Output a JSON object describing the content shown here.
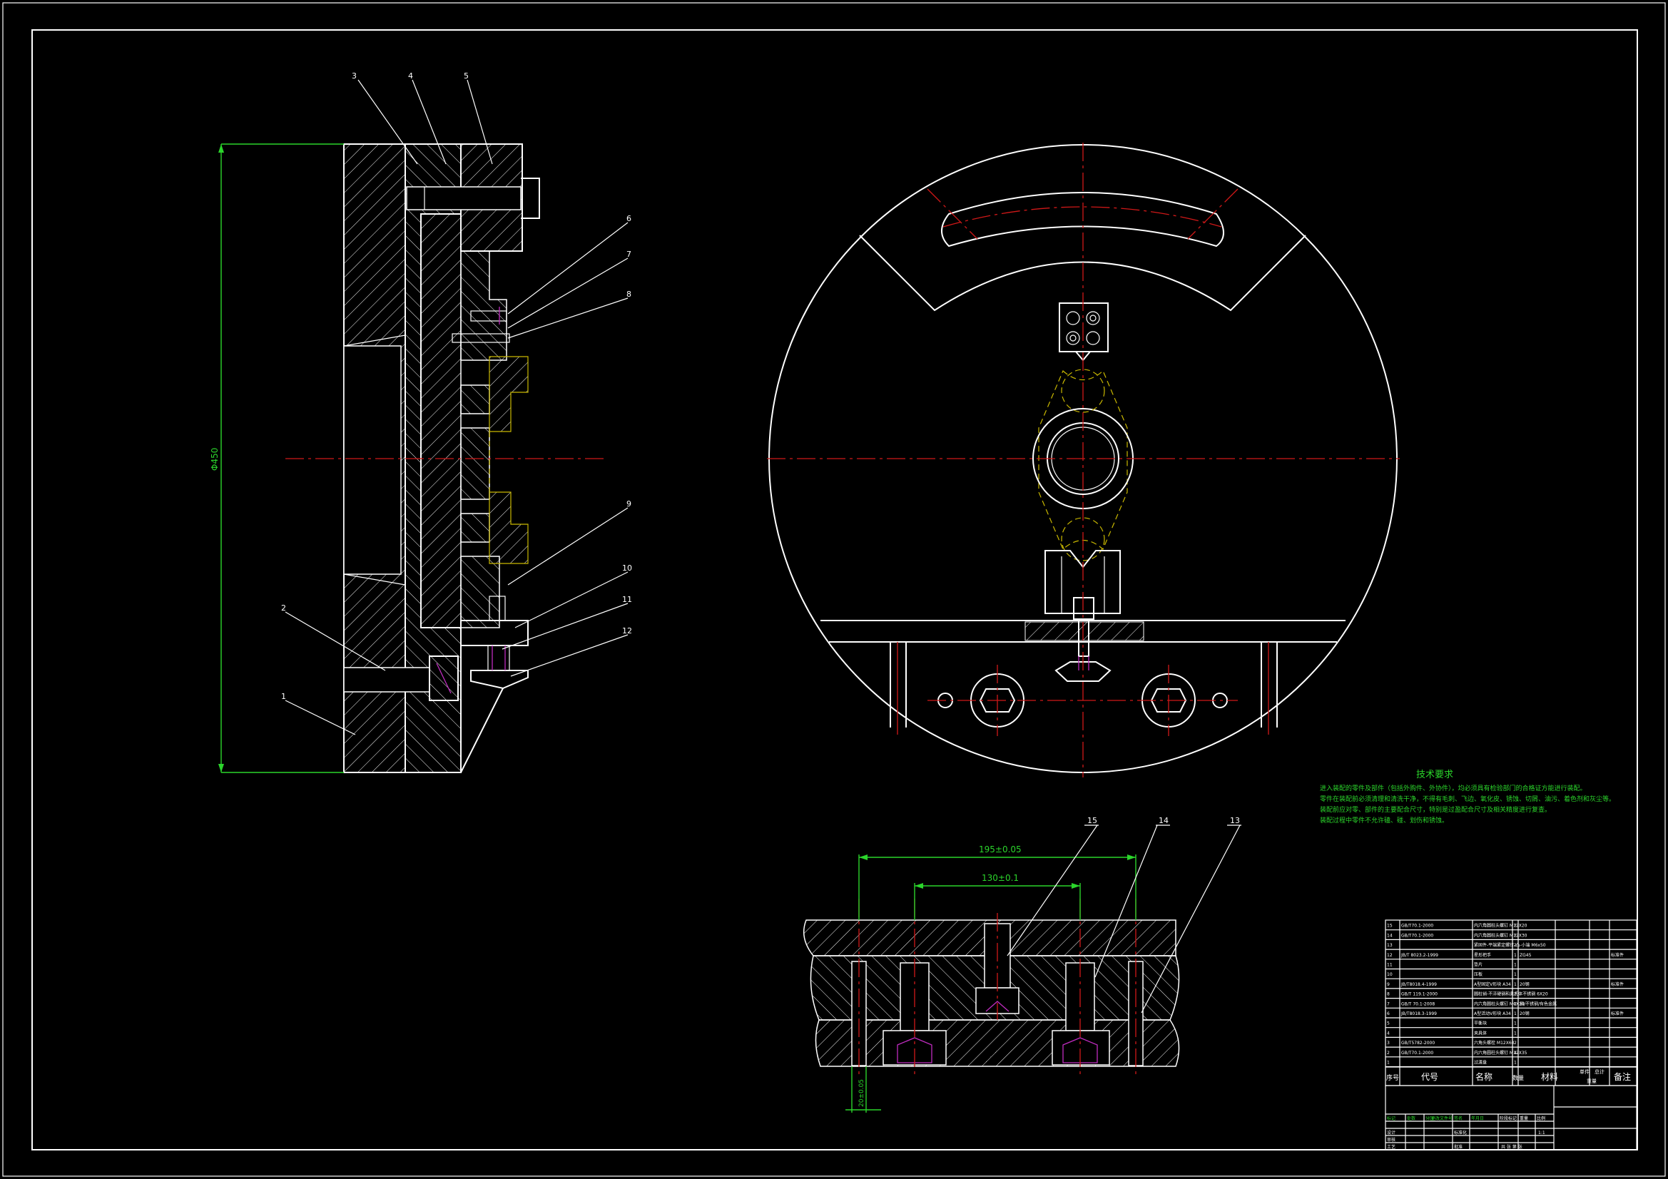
{
  "part_labels": [
    "1",
    "2",
    "3",
    "4",
    "5",
    "6",
    "7",
    "8",
    "9",
    "10",
    "11",
    "12",
    "13",
    "14",
    "15"
  ],
  "dimensions": {
    "overall_diameter": "Φ450",
    "outer_span": "195±0.05",
    "inner_span": "130±0.1",
    "small_offset": "20±0.05"
  },
  "notes": {
    "title": "技术要求",
    "lines": [
      "进入装配的零件及部件（包括外购件、外协件），均必须具有检验部门的合格证方能进行装配。",
      "零件在装配前必须清理和清洗干净，不得有毛刺、飞边、氧化皮、锈蚀、切屑、油污、着色剂和灰尘等。",
      "装配前应对零、部件的主要配合尺寸，特别是过盈配合尺寸及相关精度进行复查。",
      "装配过程中零件不允许磕、碰、划伤和锈蚀。"
    ]
  },
  "bom": {
    "rows": [
      {
        "no": "15",
        "code": "GB/T70.1-2000",
        "name": "内六角圆柱头螺钉 M12X20",
        "qty": "2",
        "material": "",
        "remark": ""
      },
      {
        "no": "14",
        "code": "GB/T70.1-2000",
        "name": "内六角圆柱头螺钉 M12X30",
        "qty": "2",
        "material": "",
        "remark": ""
      },
      {
        "no": "13",
        "code": "",
        "name": "紧固件-平端紧定螺钉-凸-小端 M6x50",
        "qty": "2",
        "material": "",
        "remark": ""
      },
      {
        "no": "12",
        "code": "JB/T 8023.2-1999",
        "name": "星形把手",
        "qty": "1",
        "material": "ZG45",
        "remark": "标准件"
      },
      {
        "no": "11",
        "code": "",
        "name": "垫片",
        "qty": "1",
        "material": "",
        "remark": ""
      },
      {
        "no": "10",
        "code": "",
        "name": "压板",
        "qty": "1",
        "material": "",
        "remark": ""
      },
      {
        "no": "9",
        "code": "JB/T8018.4-1999",
        "name": "A型固定V形块 A34",
        "qty": "1",
        "material": "20钢",
        "remark": "标准件"
      },
      {
        "no": "8",
        "code": "GB/T 119.1-2000",
        "name": "圆柱销-不淬硬钢和奥氏体不锈钢 6X20",
        "qty": "2",
        "material": "",
        "remark": ""
      },
      {
        "no": "7",
        "code": "GB/T 70.1-2008",
        "name": "内六角圆柱头螺钉 M6X20",
        "qty": "2",
        "material": "钢/不锈钢/有色金属",
        "remark": ""
      },
      {
        "no": "6",
        "code": "JB/T8018.3-1999",
        "name": "A型活动V形块 A34",
        "qty": "1",
        "material": "20钢",
        "remark": "标准件"
      },
      {
        "no": "5",
        "code": "",
        "name": "平衡块",
        "qty": "1",
        "material": "",
        "remark": ""
      },
      {
        "no": "4",
        "code": "",
        "name": "夹具体",
        "qty": "1",
        "material": "",
        "remark": ""
      },
      {
        "no": "3",
        "code": "GB/T5782-2000",
        "name": "六角头螺栓 M12X60",
        "qty": "2",
        "material": "",
        "remark": ""
      },
      {
        "no": "2",
        "code": "GB/T70.1-2000",
        "name": "内六角圆柱头螺钉 M12X35",
        "qty": "4",
        "material": "",
        "remark": ""
      },
      {
        "no": "1",
        "code": "",
        "name": "过渡盘",
        "qty": "1",
        "material": "",
        "remark": ""
      }
    ],
    "header": {
      "no": "序号",
      "code": "代号",
      "name": "名称",
      "qty": "数量",
      "material": "材料",
      "unit_weight": "单件",
      "total_weight": "总计",
      "weight": "重量",
      "remark": "备注"
    }
  },
  "title_block": {
    "marks_label": "标记",
    "count_label": "处数",
    "partition_label": "分区",
    "change_label": "更改文件号",
    "sign_label": "签名",
    "date_label": "年月日",
    "stage_label": "阶段标记",
    "weight_label": "重量",
    "scale_label": "比例",
    "scale_value": "1:1",
    "sheet_label": "共 张 第 张",
    "design_label": "设计",
    "standard_label": "标准化",
    "review_label": "审核",
    "process_label": "工艺",
    "approve_label": "批准"
  },
  "colors": {
    "background": "#000000",
    "outline": "#ffffff",
    "centerline": "#d01818",
    "dimension": "#2bd52b",
    "hidden": "#c9b800",
    "thread": "#c02cc0"
  }
}
